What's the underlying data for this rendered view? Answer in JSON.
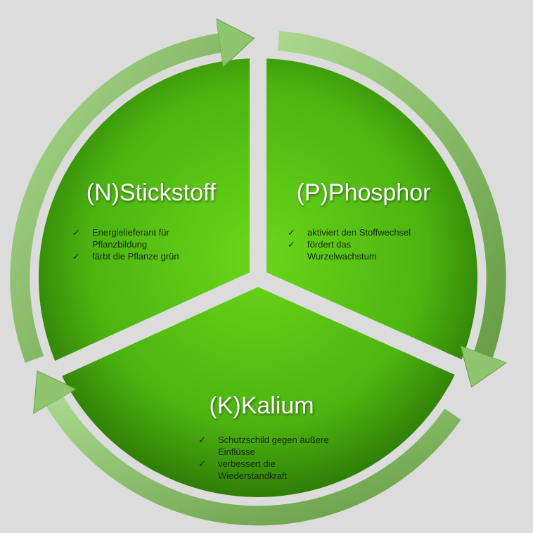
{
  "segments": [
    {
      "title": "(N)Stickstoff",
      "bullets": [
        "Energielieferant für Pflanzbildung",
        "färbt die Pflanze grün"
      ]
    },
    {
      "title": "(P)Phosphor",
      "bullets": [
        "aktiviert den Stoffwechsel",
        "fördert das Wurzelwachstum"
      ]
    },
    {
      "title": "(K)Kalium",
      "bullets": [
        "Schutzschild gegen äußere Einflüsse",
        "verbessert die Wiederstandkraft"
      ]
    }
  ],
  "colors": {
    "segment": "#4fb812",
    "segment_dark": "#2f7d06",
    "arrow": "#8dc46a",
    "background": "#dcdcdc"
  }
}
